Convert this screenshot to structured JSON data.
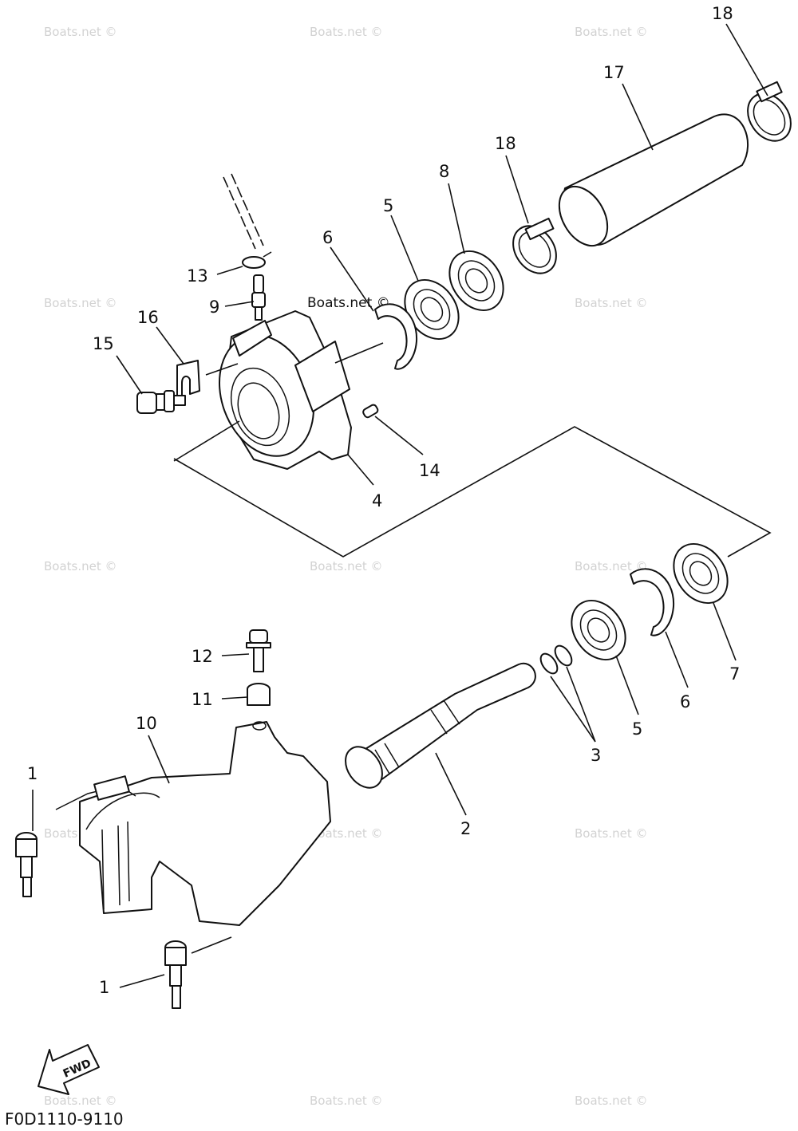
{
  "diagram": {
    "code": "F0D1110-9110",
    "direction_label": "FWD",
    "watermark": "Boats.net ©",
    "callouts": [
      "18",
      "17",
      "18",
      "8",
      "5",
      "6",
      "13",
      "9",
      "16",
      "15",
      "14",
      "4",
      "12",
      "11",
      "10",
      "7",
      "6",
      "5",
      "3",
      "2",
      "1",
      "1"
    ]
  }
}
